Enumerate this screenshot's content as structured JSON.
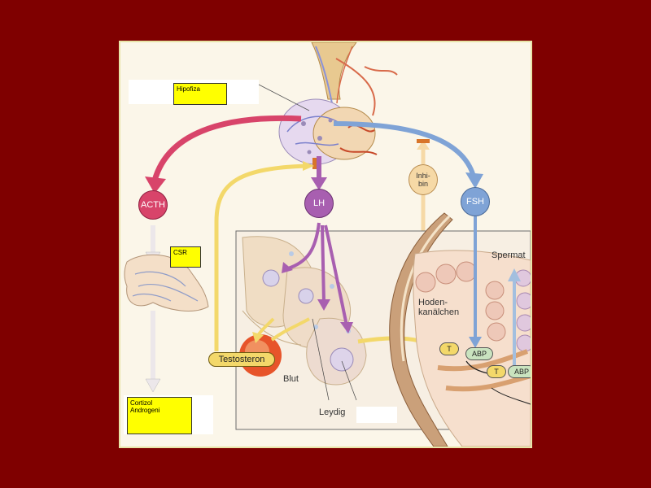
{
  "labels": {
    "hipofiza": "Hipofiza",
    "csr": "CSR",
    "cortizol": "Cortizol",
    "androgeni": "Androgeni"
  },
  "hormones": {
    "acth": "ACTH",
    "lh": "LH",
    "fsh": "FSH",
    "inhibin_line1": "Inhi-",
    "inhibin_line2": "bin",
    "testosteron": "Testosteron",
    "t1": "T",
    "abp1": "ABP",
    "t2": "T",
    "abp2": "ABP"
  },
  "texts": {
    "blut": "Blut",
    "leydig": "Leydig",
    "hoden_line1": "Hoden-",
    "hoden_line2": "kanälchen",
    "spermat": "Spermat"
  },
  "colors": {
    "background": "#7f0000",
    "acth": "#d8446a",
    "lh": "#a85fb0",
    "fsh": "#7fa3d6",
    "inhibin": "#f6d9a6",
    "testosteron": "#f3d86a",
    "label_box": "#ffff00"
  }
}
